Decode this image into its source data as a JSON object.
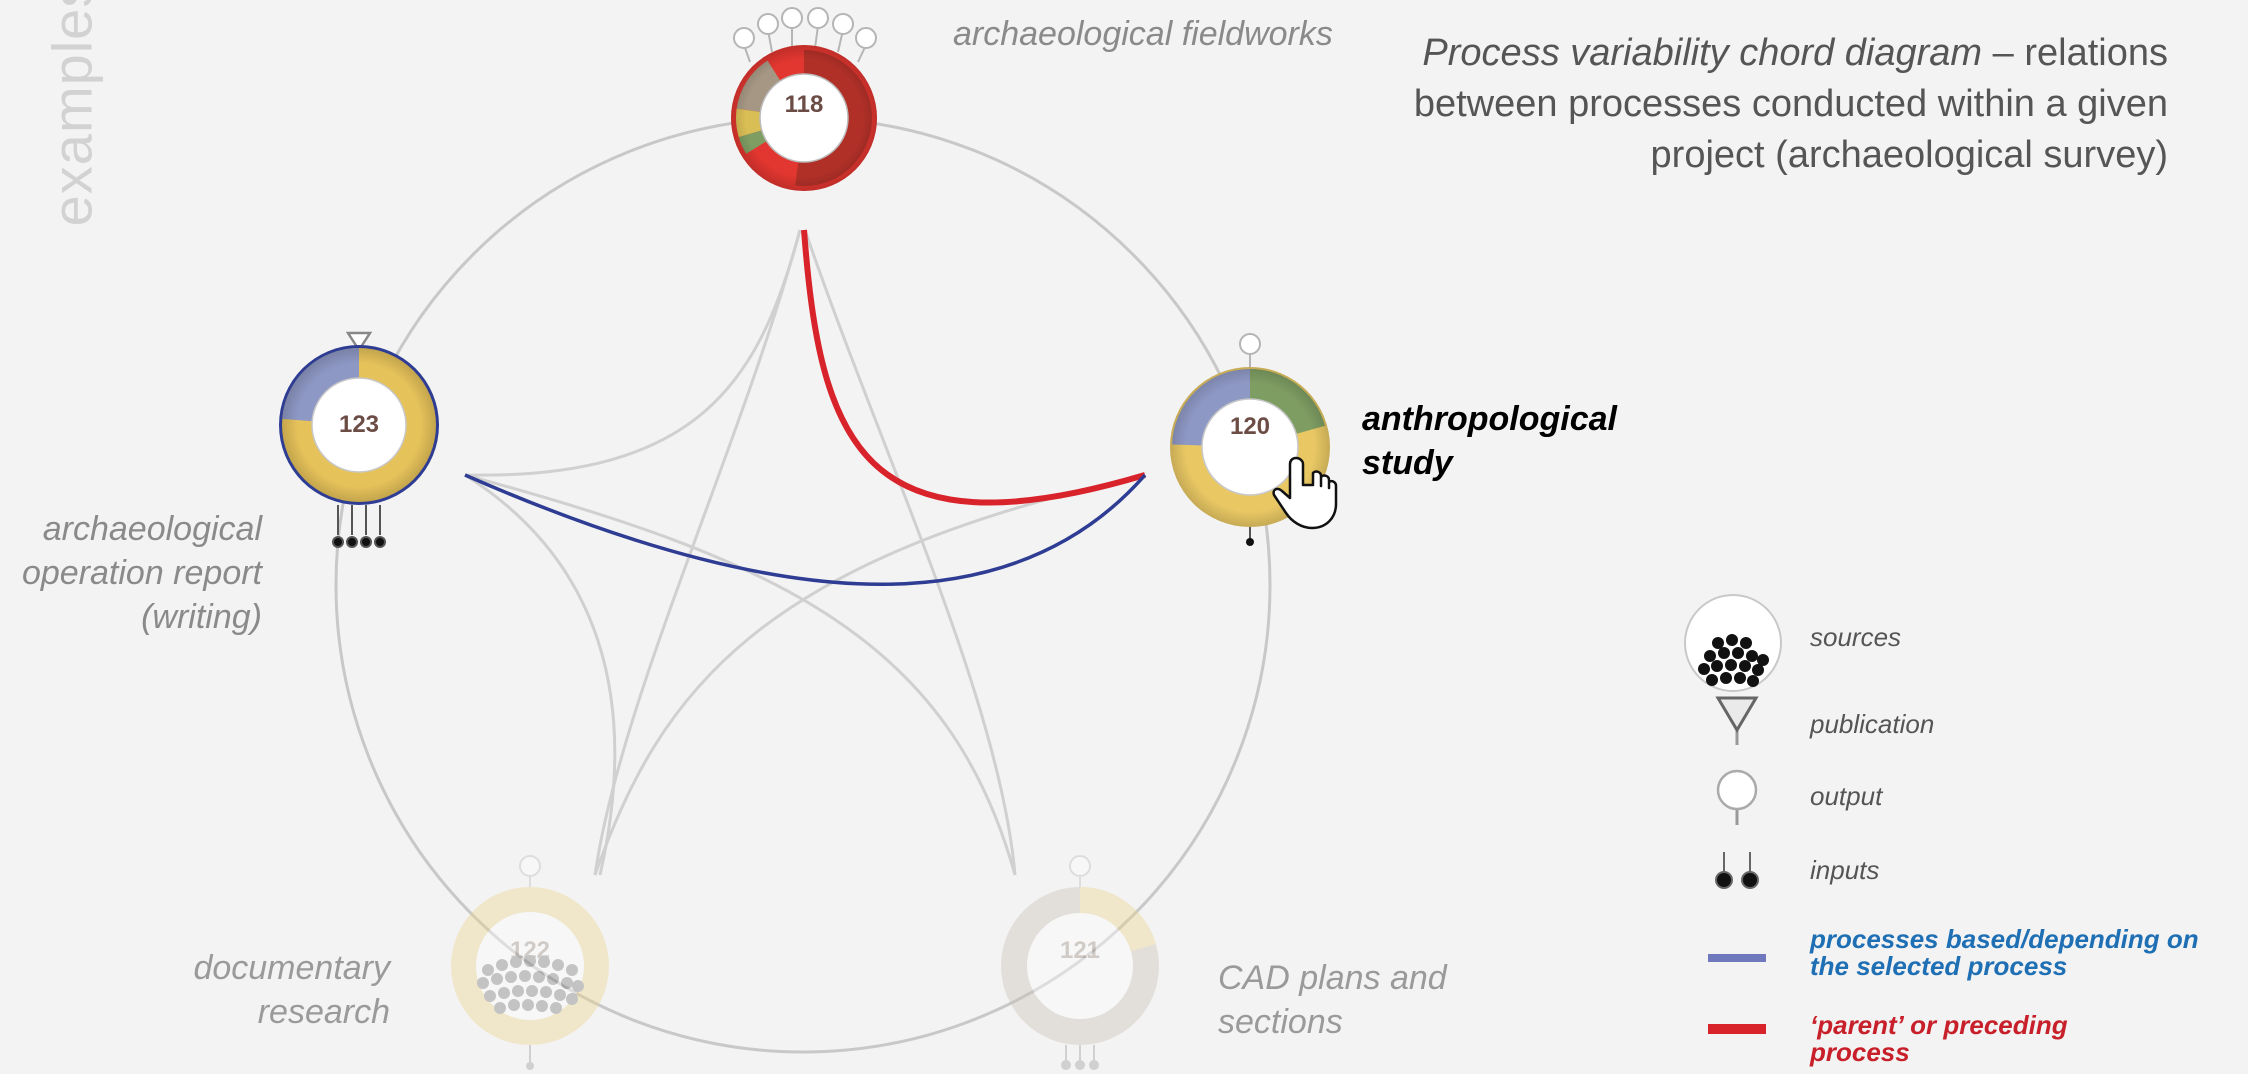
{
  "side_label": "examples",
  "caption": {
    "title_italic": "Process variability chord diagram",
    "dash": " –",
    "text": "relations between processes conducted within a given project (archaeological survey)"
  },
  "processes": [
    {
      "id": "118",
      "label": "archaeological fieldworks",
      "state": "parent"
    },
    {
      "id": "120",
      "label": "anthropological study",
      "state": "selected"
    },
    {
      "id": "121",
      "label": "CAD plans and sections",
      "state": "faded"
    },
    {
      "id": "122",
      "label": "documentary research",
      "state": "faded"
    },
    {
      "id": "123",
      "label": "archaeological operation report (writing)",
      "state": "dependent"
    }
  ],
  "legend": {
    "sources": "sources",
    "publication": "publication",
    "output": "output",
    "inputs": "inputs",
    "dependent": "processes based/depending on the selected process",
    "parent": "‘parent’ or preceding process"
  },
  "colors": {
    "parent_chord": "#d9232b",
    "dependent_chord": "#2e3d93",
    "yellow": "#e6c25a",
    "blue_grey": "#8e98c4",
    "green": "#7e9d63",
    "red": "#c9302c",
    "taupe": "#a59783"
  }
}
